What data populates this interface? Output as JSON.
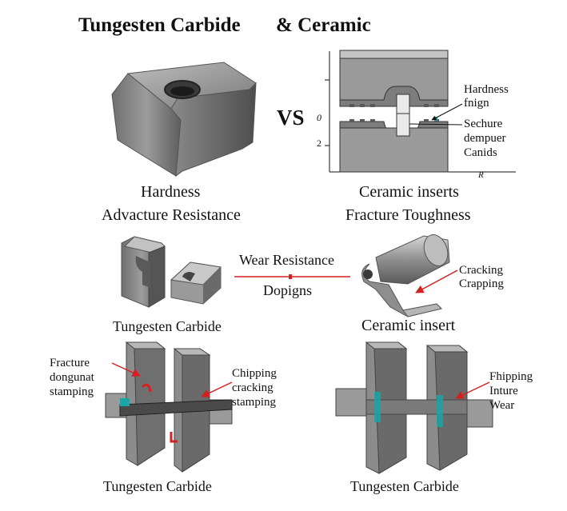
{
  "title": {
    "left": "Tungesten Carbide",
    "right": "& Ceramic"
  },
  "vs": "VS",
  "top_left": {
    "caption1": "Hardness",
    "caption2": "Advacture Resistance"
  },
  "top_right": {
    "callouts": [
      "Hardness",
      "fnign",
      "Sechure",
      "dempuer",
      "Canids"
    ],
    "axis": {
      "tick0": "0",
      "tick2": "2",
      "xlabel": "R"
    },
    "caption1": "Ceramic inserts",
    "caption2": "Fracture Toughness"
  },
  "middle": {
    "left_caption": "Tungesten Carbide",
    "wear_label": "Wear Resistance",
    "dopigns_label": "Dopigns",
    "right_callout": [
      "Cracking",
      "Crapping"
    ],
    "right_caption": "Ceramic insert"
  },
  "bottom_left": {
    "callout_left": [
      "Fracture",
      "dongunat",
      "stamping"
    ],
    "callout_right": [
      "Chipping",
      "cracking",
      "stamping"
    ],
    "caption": "Tungesten Carbide"
  },
  "bottom_right": {
    "callout": [
      "Fhipping",
      "Inture",
      "Wear"
    ],
    "caption": "Tungesten Carbide"
  },
  "colors": {
    "line_red": "#d42020",
    "metal": "#8a8a8a",
    "teal": "#1aa6a6"
  }
}
